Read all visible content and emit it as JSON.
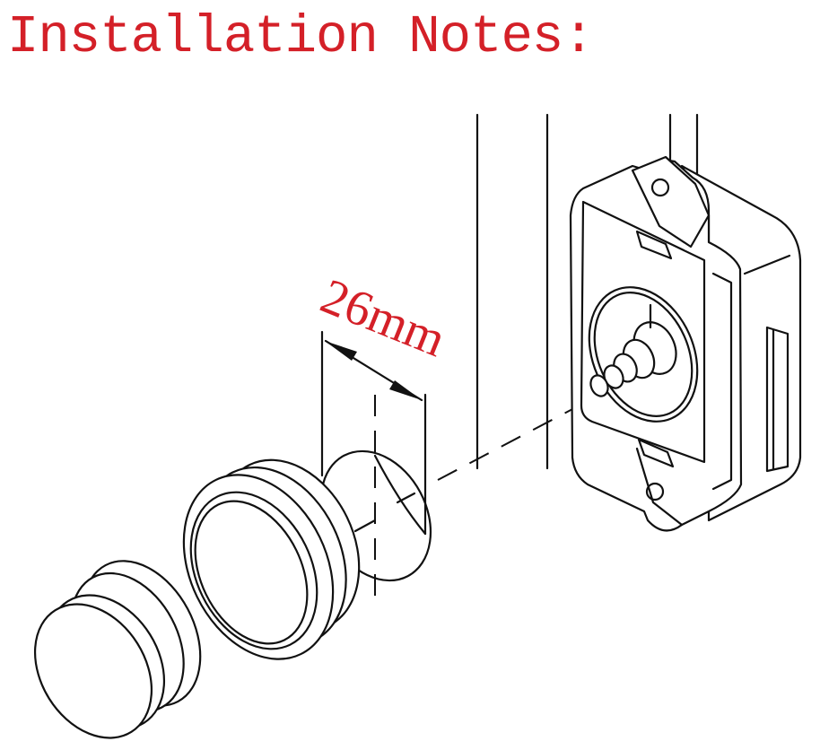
{
  "title": {
    "text": "Installation Notes:",
    "color": "#d42028"
  },
  "dimension": {
    "label": "26mm",
    "value": 26,
    "unit": "mm",
    "color": "#d42028"
  },
  "parts": [
    {
      "id": "knob-cap",
      "label": "push button knob"
    },
    {
      "id": "bezel-ring",
      "label": "threaded bezel ring"
    },
    {
      "id": "panel-hole",
      "label": "drilled hole in panel"
    },
    {
      "id": "latch-body",
      "label": "latch lock body"
    }
  ],
  "colors": {
    "line": "#111111",
    "background": "#ffffff"
  }
}
